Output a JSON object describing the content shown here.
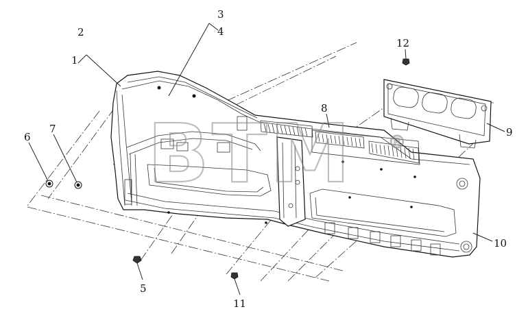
{
  "diagram": {
    "callouts": [
      "1",
      "2",
      "3",
      "4",
      "5",
      "6",
      "7",
      "8",
      "9",
      "10",
      "11",
      "12"
    ]
  },
  "watermark": {
    "text": "BTM",
    "symbol": "®"
  }
}
